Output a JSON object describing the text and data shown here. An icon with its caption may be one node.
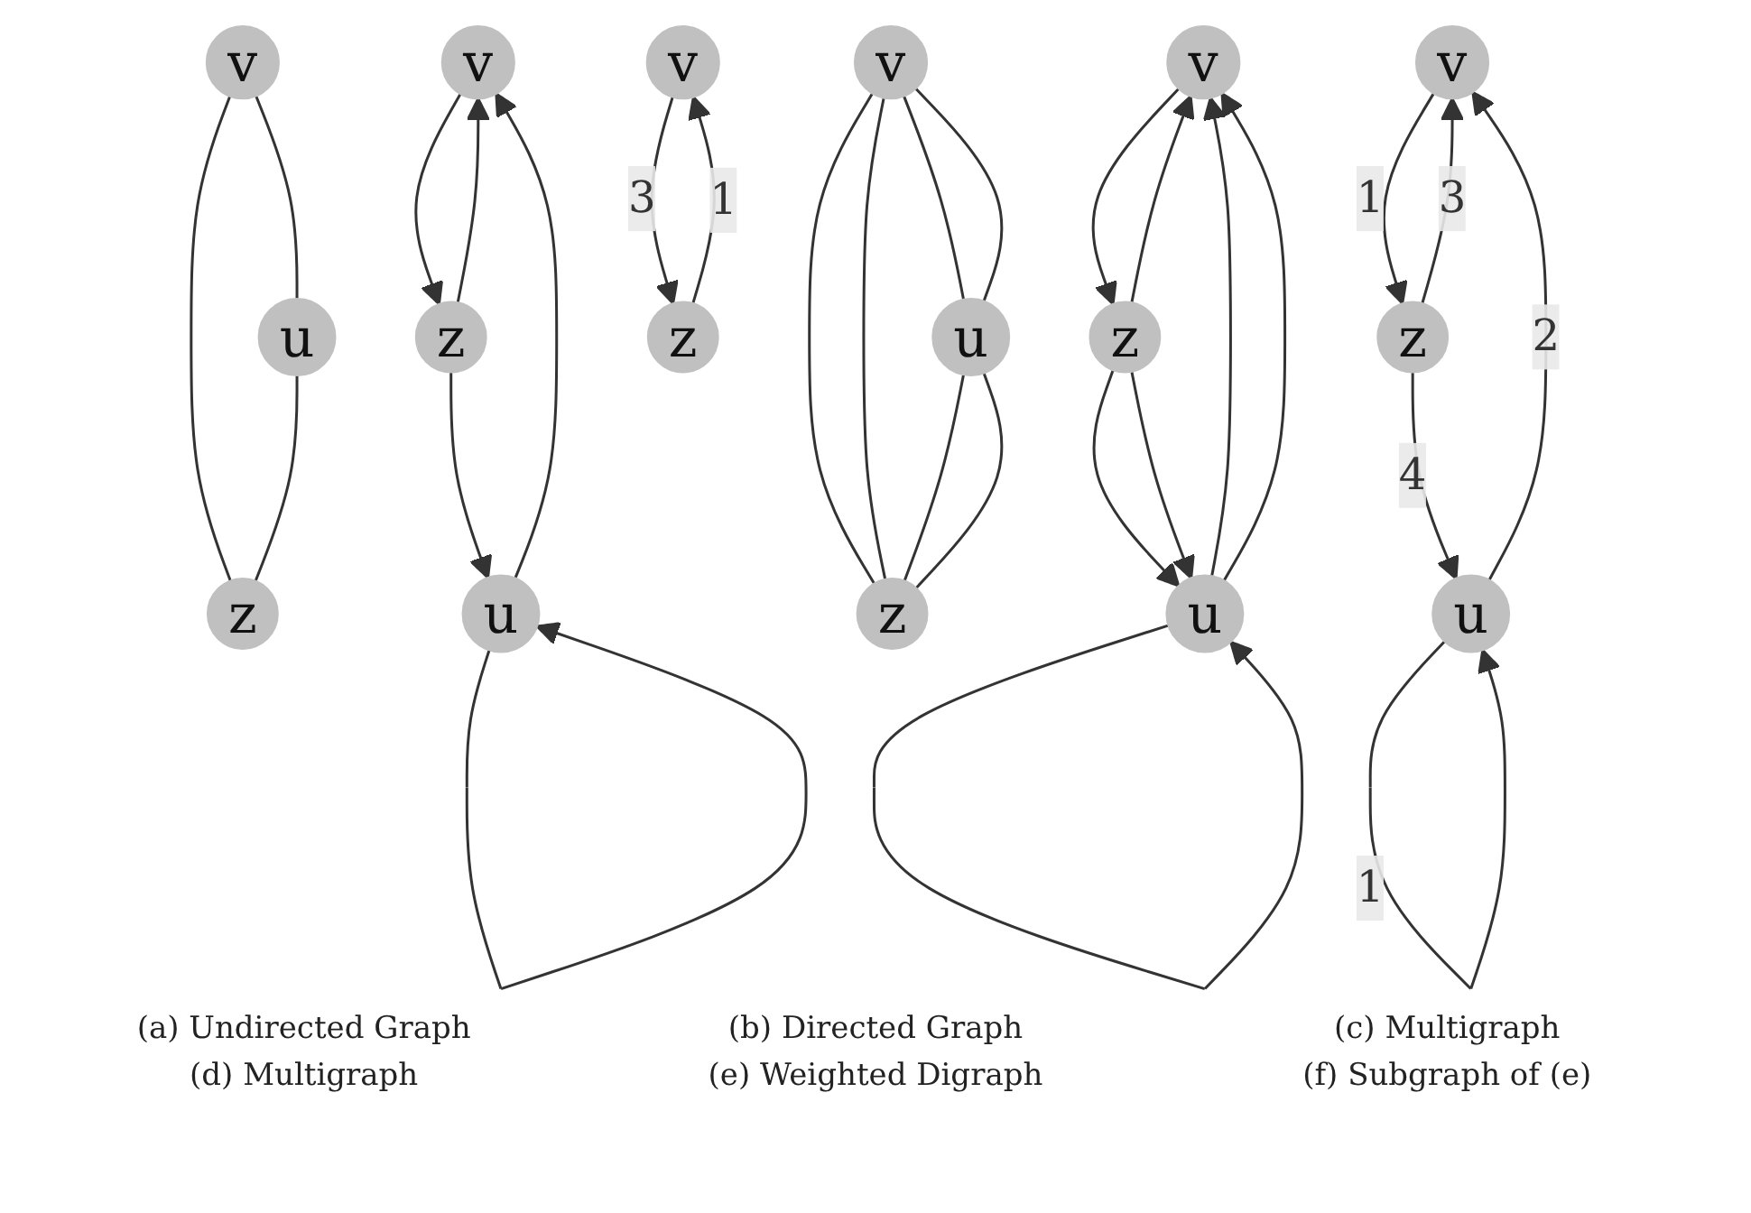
{
  "diagram": {
    "nodes": [
      {
        "text": [
          "v"
        ]
      },
      {
        "text": [
          "z"
        ]
      },
      {
        "text": [
          "u"
        ]
      },
      {
        "text": [
          "v"
        ]
      },
      {
        "text": [
          "z"
        ]
      },
      {
        "text": [
          "u"
        ]
      },
      {
        "text": [
          "v"
        ]
      },
      {
        "text": [
          "z"
        ]
      },
      {
        "text": [
          "u"
        ]
      },
      {
        "text": [
          "v"
        ]
      },
      {
        "text": [
          "z"
        ]
      },
      {
        "text": [
          "u"
        ]
      },
      {
        "text": [
          "v"
        ]
      },
      {
        "text": [
          "z"
        ]
      },
      {
        "text": [
          "u"
        ]
      },
      {
        "text": [
          "v"
        ]
      },
      {
        "text": [
          "z"
        ]
      }
    ],
    "edges": [
      {
        "from": 0,
        "to": 1,
        "arrow": "none"
      },
      {
        "from": 0,
        "to": 2,
        "arrow": "none"
      },
      {
        "from": 2,
        "to": 1,
        "arrow": "none"
      },
      {
        "from": 5,
        "to": 3,
        "arrow": "to"
      },
      {
        "from": 3,
        "to": 4,
        "arrow": "to"
      },
      {
        "from": 4,
        "to": 3,
        "arrow": "to"
      },
      {
        "from": 4,
        "to": 5,
        "arrow": "to"
      },
      {
        "from": 5,
        "to": 5,
        "arrow": "to"
      },
      {
        "from": 6,
        "to": 7,
        "arrow": "none"
      },
      {
        "from": 6,
        "to": 7,
        "arrow": "none"
      },
      {
        "from": 6,
        "to": 8,
        "arrow": "none"
      },
      {
        "from": 6,
        "to": 8,
        "arrow": "none"
      },
      {
        "from": 8,
        "to": 7,
        "arrow": "none"
      },
      {
        "from": 8,
        "to": 7,
        "arrow": "none"
      },
      {
        "from": 11,
        "to": 9,
        "arrow": "to"
      },
      {
        "from": 11,
        "to": 9,
        "arrow": "to"
      },
      {
        "from": 9,
        "to": 10,
        "arrow": "to"
      },
      {
        "from": 10,
        "to": 9,
        "arrow": "to"
      },
      {
        "from": 10,
        "to": 11,
        "arrow": "to"
      },
      {
        "from": 10,
        "to": 11,
        "arrow": "to"
      },
      {
        "from": 11,
        "to": 11,
        "arrow": "to"
      },
      {
        "from": 14,
        "to": 12,
        "arrow": "to",
        "label": "2"
      },
      {
        "from": 12,
        "to": 13,
        "arrow": "to",
        "label": "1"
      },
      {
        "from": 13,
        "to": 12,
        "arrow": "to",
        "label": "3"
      },
      {
        "from": 13,
        "to": 14,
        "arrow": "to",
        "label": "4"
      },
      {
        "from": 14,
        "to": 14,
        "arrow": "to",
        "label": "1"
      },
      {
        "from": 15,
        "to": 16,
        "arrow": "to",
        "label": "3"
      },
      {
        "from": 16,
        "to": 15,
        "arrow": "to",
        "label": "1"
      }
    ],
    "labels": [
      "(a) Undirected Graph",
      "(b) Directed Graph",
      "(c) Multigraph",
      "(d) Multigraph",
      "(e) Weighted Digraph",
      "(f) Subgraph of (e)"
    ]
  }
}
